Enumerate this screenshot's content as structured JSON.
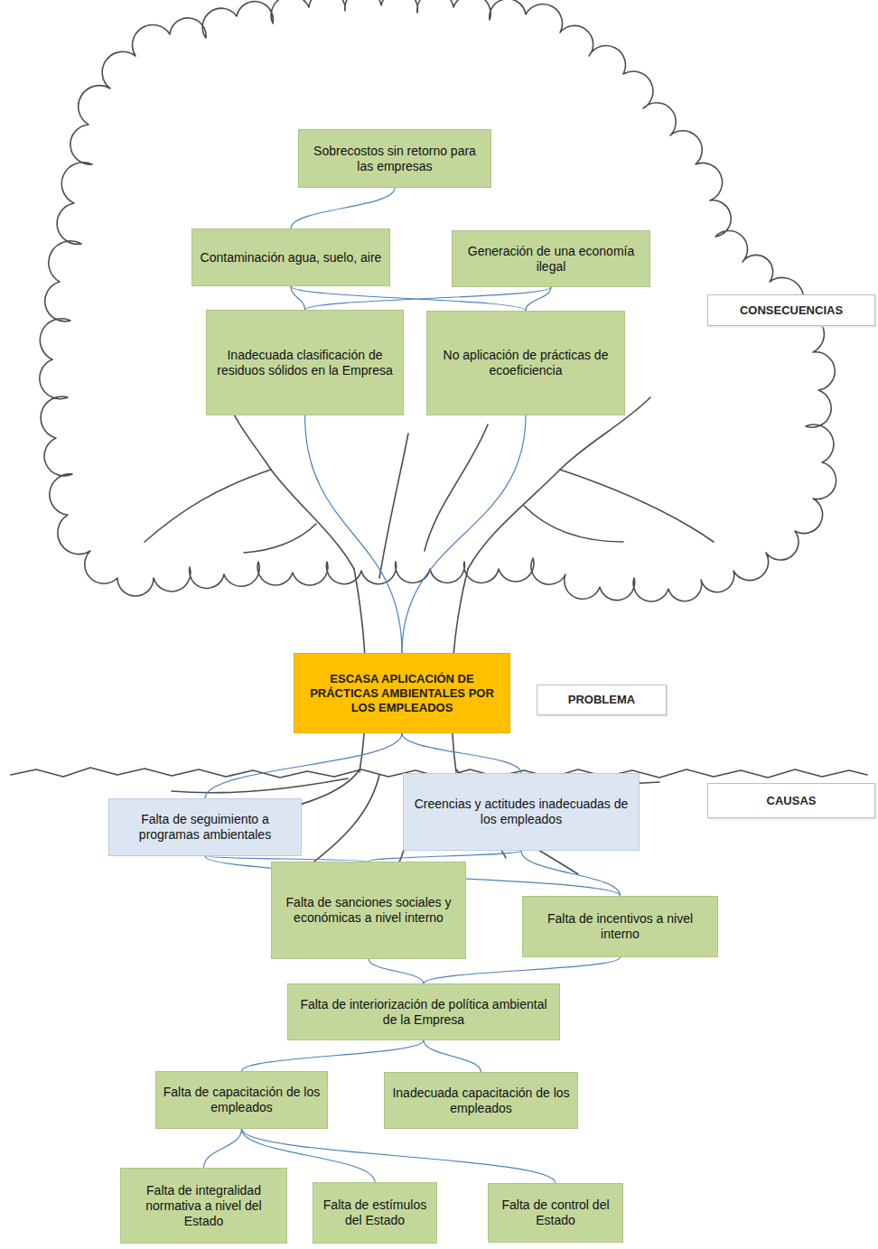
{
  "diagram": {
    "nodes": [
      {
        "text": [
          "Sobrecostos sin retorno para las empresas"
        ]
      },
      {
        "text": [
          "Contaminación agua, suelo, aire"
        ]
      },
      {
        "text": [
          "Generación de una economía ilegal"
        ]
      },
      {
        "text": [
          "CONSECUENCIAS"
        ]
      },
      {
        "text": [
          "Inadecuada clasificación de residuos sólidos en la Empresa"
        ]
      },
      {
        "text": [
          "No aplicación de prácticas de ecoeficiencia"
        ]
      },
      {
        "text": [
          "ESCASA APLICACIÓN DE PRÁCTICAS AMBIENTALES POR LOS EMPLEADOS"
        ]
      },
      {
        "text": [
          "PROBLEMA"
        ]
      },
      {
        "text": [
          "Falta de seguimiento a programas ambientales"
        ]
      },
      {
        "text": [
          "Creencias y actitudes inadecuadas de los empleados"
        ]
      },
      {
        "text": [
          "CAUSAS"
        ]
      },
      {
        "text": [
          "Falta de sanciones sociales y económicas a nivel interno"
        ]
      },
      {
        "text": [
          "Falta de incentivos a nivel interno"
        ]
      },
      {
        "text": [
          "Falta de interiorización de política ambiental de la Empresa"
        ]
      },
      {
        "text": [
          "Falta de capacitación de los empleados"
        ]
      },
      {
        "text": [
          "Inadecuada capacitación de los empleados"
        ]
      },
      {
        "text": [
          "Falta de integralidad normativa a nivel del Estado"
        ]
      },
      {
        "text": [
          "Falta de estímulos del Estado"
        ]
      },
      {
        "text": [
          "Falta de control del Estado"
        ]
      }
    ],
    "edges": [
      {
        "from": 0,
        "to": 1,
        "arrow": "none"
      },
      {
        "from": 1,
        "to": 4,
        "arrow": "none"
      },
      {
        "from": 1,
        "to": 5,
        "arrow": "none"
      },
      {
        "from": 2,
        "to": 4,
        "arrow": "none"
      },
      {
        "from": 2,
        "to": 5,
        "arrow": "none"
      },
      {
        "from": 4,
        "to": 6,
        "arrow": "none"
      },
      {
        "from": 5,
        "to": 6,
        "arrow": "none"
      },
      {
        "from": 6,
        "to": 8,
        "arrow": "none"
      },
      {
        "from": 6,
        "to": 9,
        "arrow": "none"
      },
      {
        "from": 8,
        "to": 11,
        "arrow": "none"
      },
      {
        "from": 8,
        "to": 12,
        "arrow": "none"
      },
      {
        "from": 9,
        "to": 11,
        "arrow": "none"
      },
      {
        "from": 9,
        "to": 12,
        "arrow": "none"
      },
      {
        "from": 11,
        "to": 13,
        "arrow": "none"
      },
      {
        "from": 12,
        "to": 13,
        "arrow": "none"
      },
      {
        "from": 13,
        "to": 14,
        "arrow": "none"
      },
      {
        "from": 13,
        "to": 15,
        "arrow": "none"
      },
      {
        "from": 14,
        "to": 16,
        "arrow": "none"
      },
      {
        "from": 14,
        "to": 17,
        "arrow": "none"
      },
      {
        "from": 14,
        "to": 18,
        "arrow": "none"
      }
    ]
  }
}
